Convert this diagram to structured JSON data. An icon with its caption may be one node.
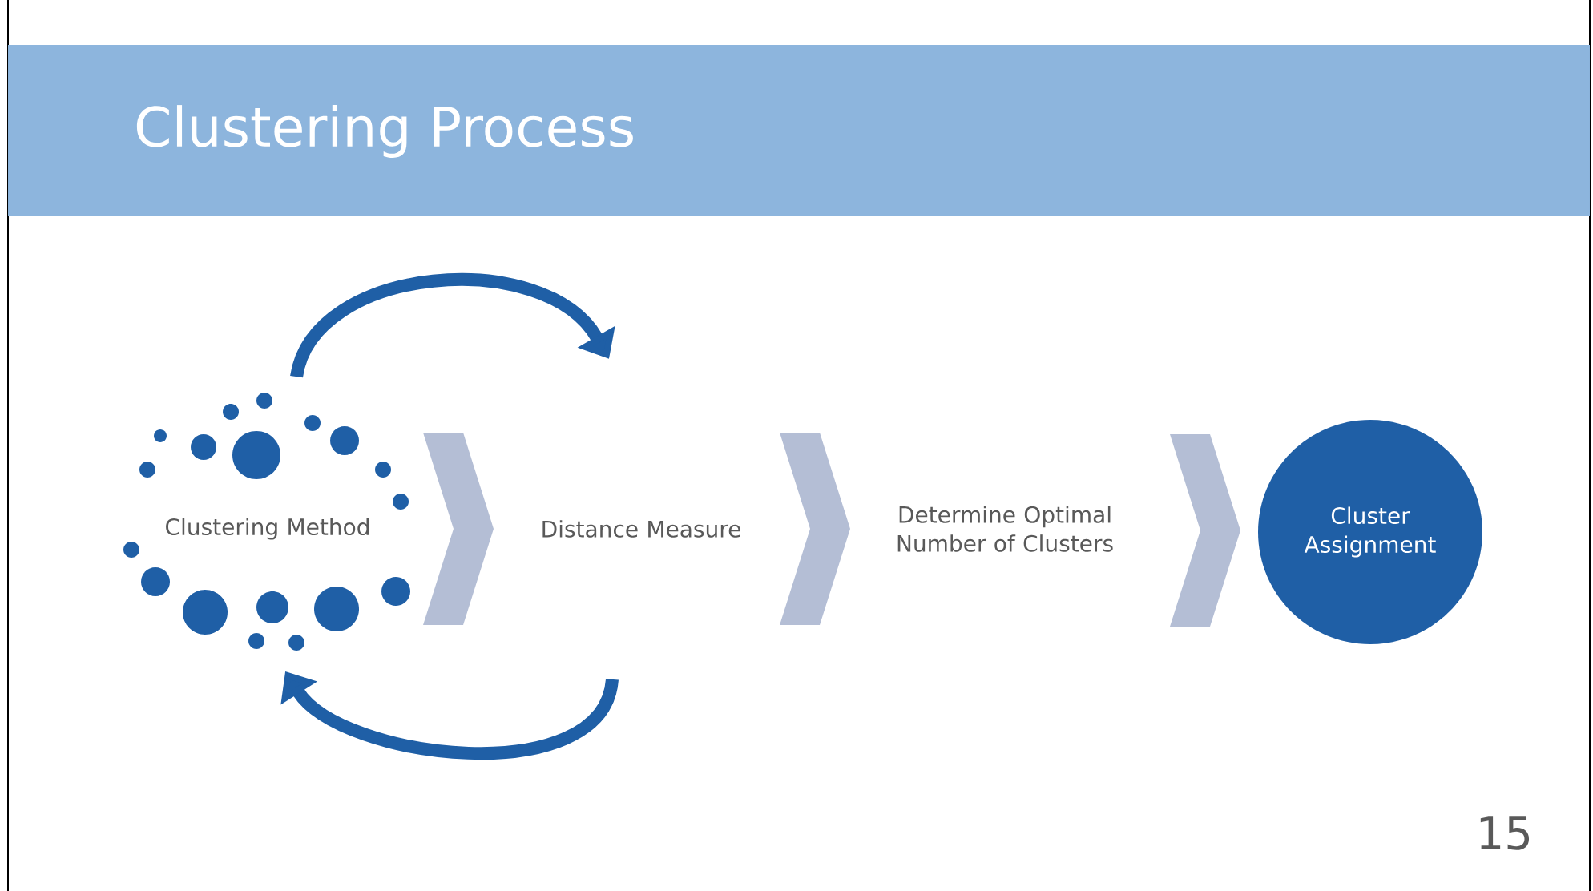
{
  "diagram": {
    "title": "Clustering Process",
    "nodes": [
      {
        "text": [
          "Clustering Method"
        ]
      },
      {
        "text": [
          "Distance Measure"
        ]
      },
      {
        "text": [
          "Determine Optimal Number of Clusters"
        ]
      },
      {
        "text": [
          "Cluster Assignment"
        ]
      }
    ],
    "edges": [
      {
        "from": 0,
        "to": 1,
        "arrow": "to"
      },
      {
        "from": 1,
        "to": 2,
        "arrow": "to"
      },
      {
        "from": 2,
        "to": 3,
        "arrow": "to"
      },
      {
        "from": 0,
        "to": null,
        "arrow": "to",
        "color": "#1f5fa6"
      },
      {
        "from": null,
        "to": 0,
        "arrow": "to",
        "color": "#1f5fa6"
      }
    ],
    "labels": [
      "15"
    ]
  }
}
